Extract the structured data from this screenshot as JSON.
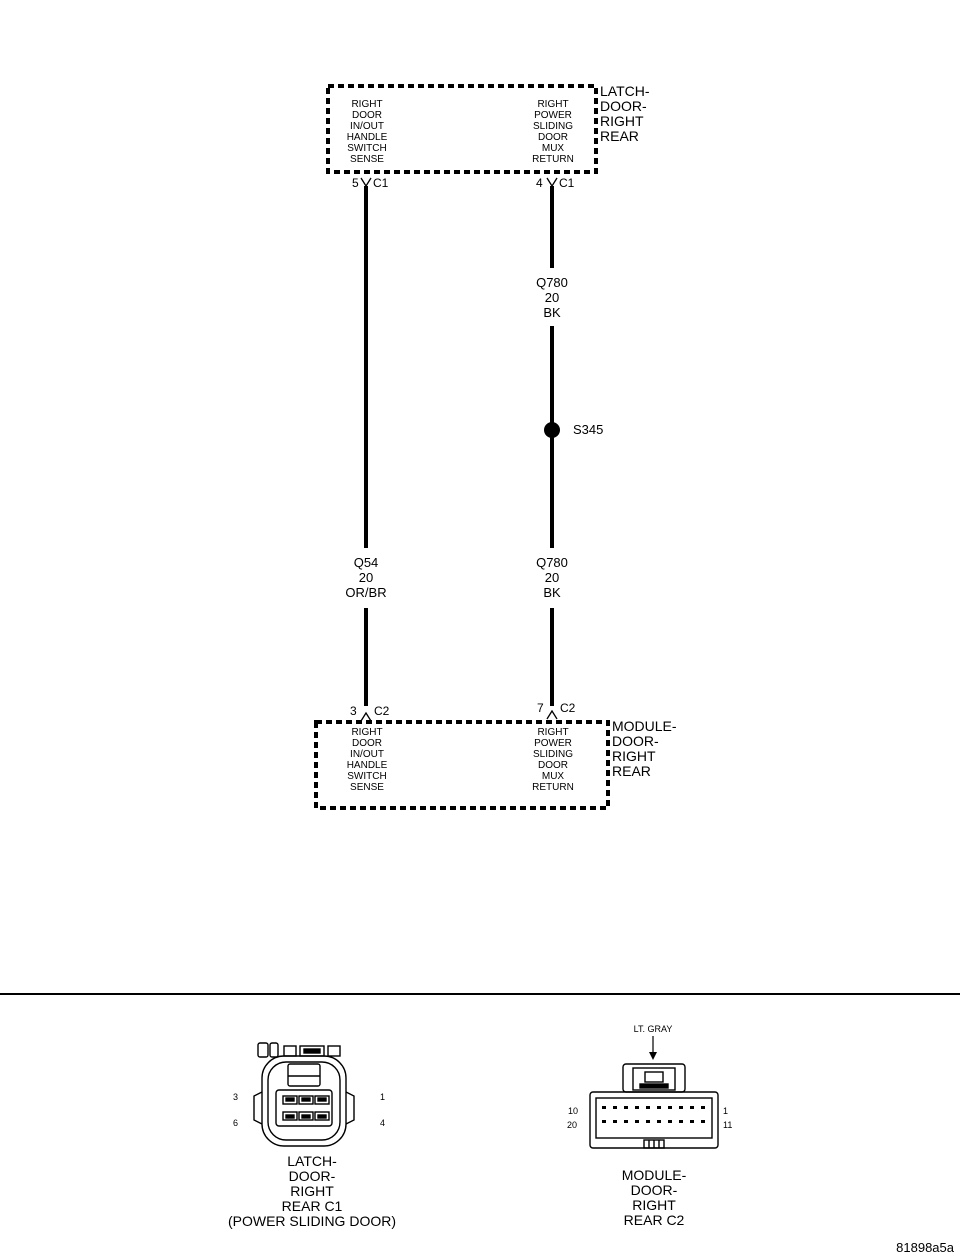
{
  "latch": {
    "name_lines": [
      "LATCH-",
      "DOOR-",
      "RIGHT",
      "REAR"
    ],
    "left_func": [
      "RIGHT",
      "DOOR",
      "IN/OUT",
      "HANDLE",
      "SWITCH",
      "SENSE"
    ],
    "right_func": [
      "RIGHT",
      "POWER",
      "SLIDING",
      "DOOR",
      "MUX",
      "RETURN"
    ],
    "left_pin": "5",
    "left_conn": "C1",
    "right_pin": "4",
    "right_conn": "C1"
  },
  "module": {
    "name_lines": [
      "MODULE-",
      "DOOR-",
      "RIGHT",
      "REAR"
    ],
    "left_func": [
      "RIGHT",
      "DOOR",
      "IN/OUT",
      "HANDLE",
      "SWITCH",
      "SENSE"
    ],
    "right_func": [
      "RIGHT",
      "POWER",
      "SLIDING",
      "DOOR",
      "MUX",
      "RETURN"
    ],
    "left_pin": "3",
    "left_conn": "C2",
    "right_pin": "7",
    "right_conn": "C2"
  },
  "wires": {
    "left": [
      "Q54",
      "20",
      "OR/BR"
    ],
    "right_upper": [
      "Q780",
      "20",
      "BK"
    ],
    "right_lower": [
      "Q780",
      "20",
      "BK"
    ]
  },
  "splice": {
    "label": "S345"
  },
  "connector_c1": {
    "pins": {
      "tl": "3",
      "tr": "1",
      "bl": "6",
      "br": "4"
    },
    "caption_lines": [
      "LATCH-",
      "DOOR-",
      "RIGHT",
      "REAR C1",
      "(POWER SLIDING DOOR)"
    ]
  },
  "connector_c2": {
    "color_label": "LT. GRAY",
    "pins": {
      "tl": "10",
      "tr": "1",
      "bl": "20",
      "br": "11"
    },
    "caption_lines": [
      "MODULE-",
      "DOOR-",
      "RIGHT",
      "REAR C2"
    ]
  },
  "figure_id": "81898a5a"
}
